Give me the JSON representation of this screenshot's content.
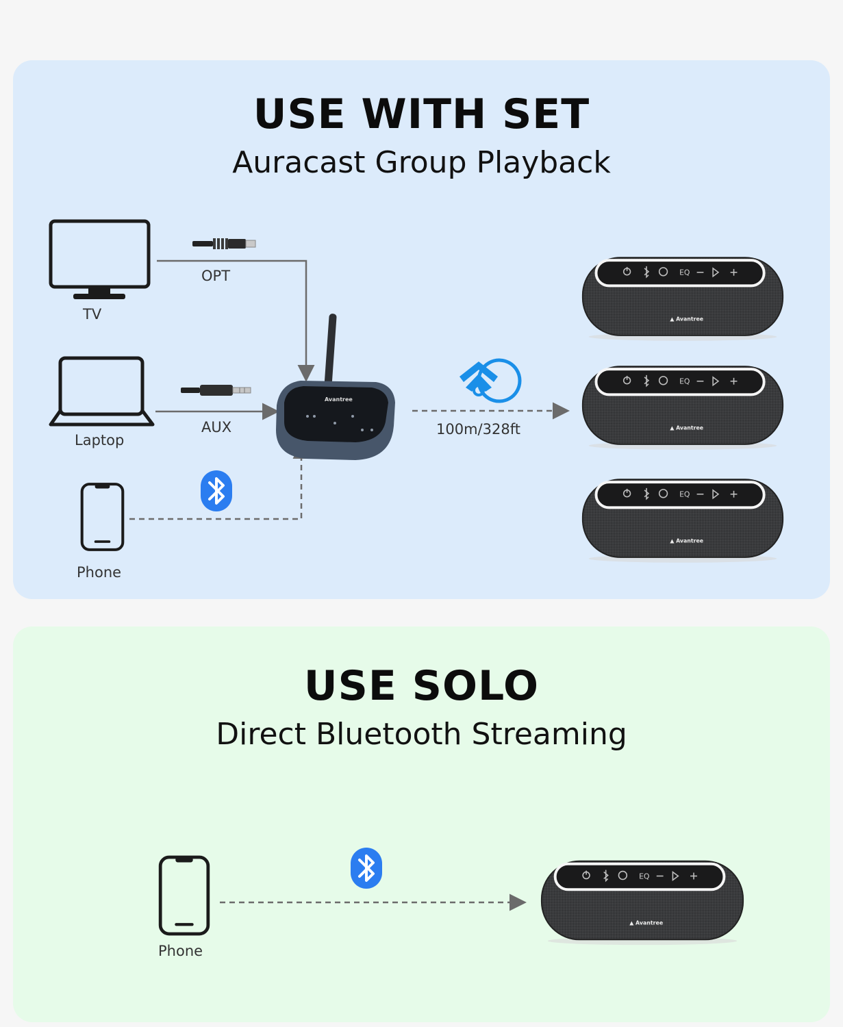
{
  "set_section": {
    "title": "USE WITH SET",
    "subtitle": "Auracast Group Playback",
    "sources": {
      "tv": "TV",
      "laptop": "Laptop",
      "phone": "Phone"
    },
    "connections": {
      "optical": "OPT",
      "aux": "AUX"
    },
    "range_label": "100m/328ft",
    "transmitter_brand": "Avantree",
    "speaker_brand": "Avantree",
    "speaker_eq_label": "EQ"
  },
  "solo_section": {
    "title": "USE SOLO",
    "subtitle": "Direct Bluetooth Streaming",
    "source_label": "Phone",
    "speaker_brand": "Avantree",
    "speaker_eq_label": "EQ"
  },
  "colors": {
    "panel_set_bg": "#dcebfb",
    "panel_solo_bg": "#e6fbe9",
    "bluetooth_blue": "#2b7df0",
    "line_gray": "#6b6b6b"
  },
  "icons": [
    "tv-icon",
    "laptop-icon",
    "phone-icon",
    "bluetooth-icon",
    "auracast-icon",
    "optical-cable-icon",
    "aux-cable-icon"
  ]
}
